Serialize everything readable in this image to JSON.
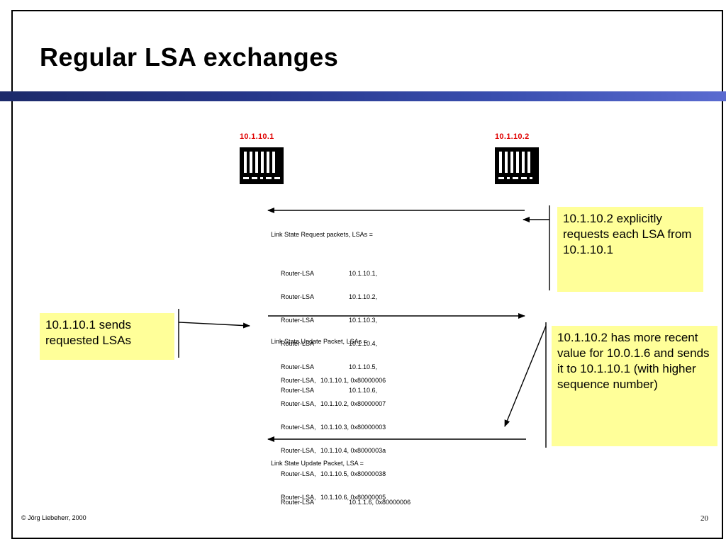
{
  "slide": {
    "title": "Regular LSA exchanges",
    "footer": "© Jörg Liebeherr, 2000",
    "page_number": "20"
  },
  "routers": [
    {
      "ip": "10.1.10.1"
    },
    {
      "ip": "10.1.10.2"
    }
  ],
  "callouts": {
    "request": "10.1.10.2 explicitly requests each LSA from 10.1.10.1",
    "send": "10.1.10.1 sends requested LSAs",
    "update": "10.1.10.2 has more recent value for 10.0.1.6 and sends it to 10.1.10.1 (with higher sequence number)"
  },
  "packets": {
    "request": {
      "header": "Link State Request packets, LSAs =",
      "rows": [
        {
          "type": "Router-LSA",
          "addr": "10.1.10.1,"
        },
        {
          "type": "Router-LSA",
          "addr": "10.1.10.2,"
        },
        {
          "type": "Router-LSA",
          "addr": "10.1.10.3,"
        },
        {
          "type": "Router-LSA",
          "addr": "10.1.10.4,"
        },
        {
          "type": "Router-LSA",
          "addr": "10.1.10.5,"
        },
        {
          "type": "Router-LSA",
          "addr": "10.1.10.6,"
        }
      ]
    },
    "update1": {
      "header": "Link State Update Packet, LSAs =",
      "rows": [
        {
          "type": "Router-LSA,",
          "addr": "10.1.10.1, 0x80000006"
        },
        {
          "type": "Router-LSA,",
          "addr": "10.1.10.2, 0x80000007"
        },
        {
          "type": "Router-LSA,",
          "addr": "10.1.10.3, 0x80000003"
        },
        {
          "type": "Router-LSA,",
          "addr": "10.1.10.4, 0x8000003a"
        },
        {
          "type": "Router-LSA,",
          "addr": "10.1.10.5, 0x80000038"
        },
        {
          "type": "Router-LSA,",
          "addr": "10.1.10.6, 0x80000005"
        }
      ]
    },
    "update2": {
      "header": "Link State Update Packet, LSA =",
      "rows": [
        {
          "type": "Router-LSA",
          "addr": "10.1.1.6, 0x80000006"
        }
      ]
    }
  }
}
